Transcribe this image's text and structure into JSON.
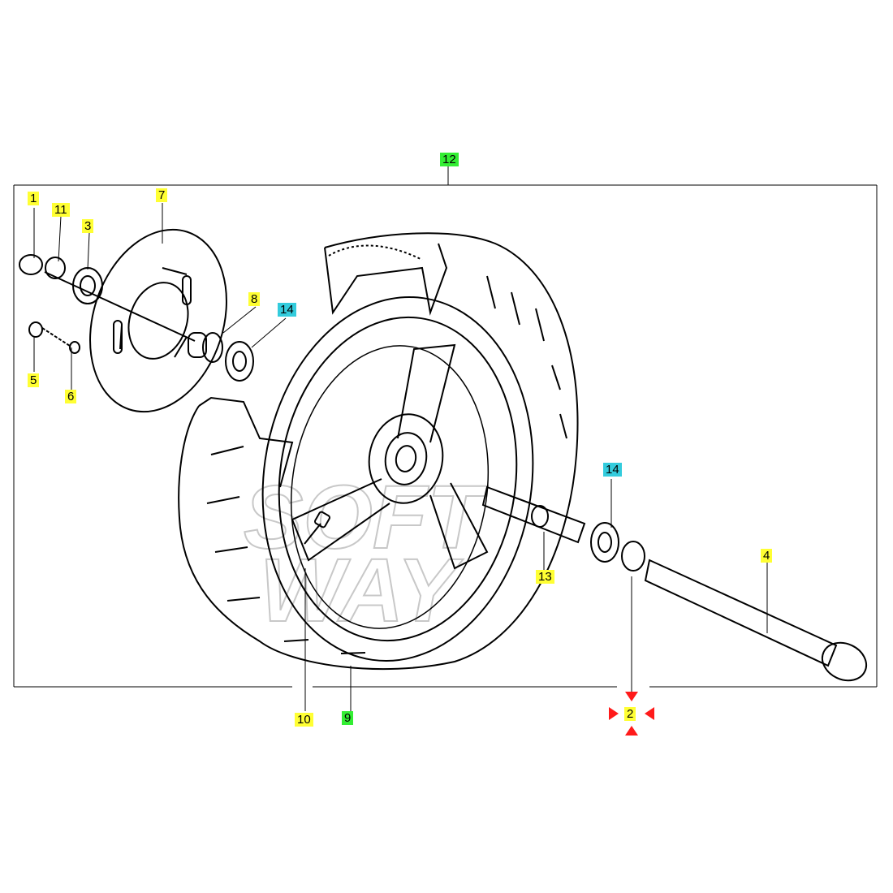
{
  "diagram": {
    "watermark_line1": "SOFT",
    "watermark_line2": "WAY"
  },
  "colors": {
    "yellow_highlight": "#ffff33",
    "cyan_highlight": "#33ccdd",
    "green_highlight": "#33ee33",
    "selection_marker": "#ff1a1a",
    "line": "#000000"
  },
  "callouts": {
    "c1": "1",
    "c11": "11",
    "c3": "3",
    "c7": "7",
    "c8": "8",
    "c14a": "14",
    "c5": "5",
    "c6": "6",
    "c12": "12",
    "c14b": "14",
    "c4": "4",
    "c13": "13",
    "c10": "10",
    "c9": "9",
    "c2": "2"
  }
}
